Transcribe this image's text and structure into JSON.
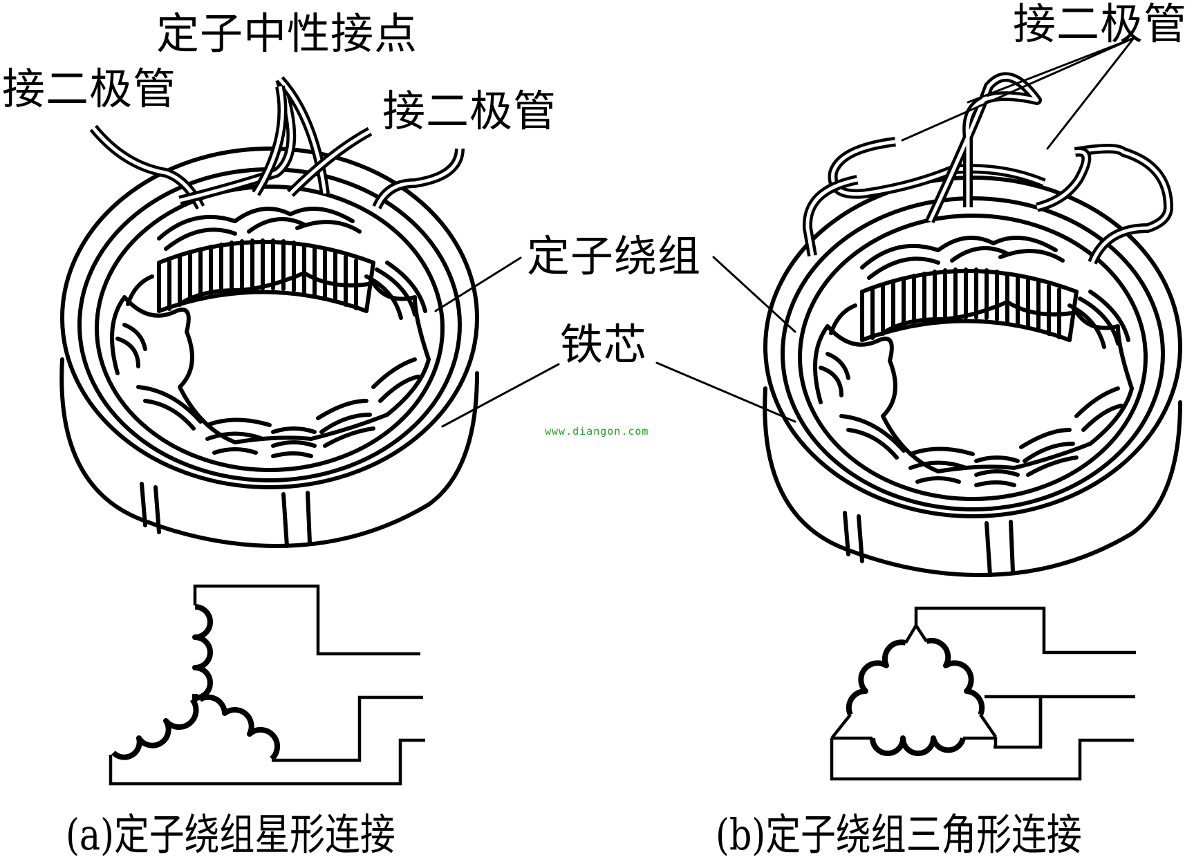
{
  "labels": {
    "neutral_point": "定子中性接点",
    "diode_left_a": "接二极管",
    "diode_right_a": "接二极管",
    "diode_b": "接二极管",
    "stator_winding": "定子绕组",
    "iron_core": "铁芯"
  },
  "captions": {
    "a": "(a)定子绕组星形连接",
    "b": "(b)定子绕组三角形连接"
  },
  "watermark": {
    "text": "www.diangon.com",
    "color": "#22a022"
  },
  "colors": {
    "line": "#000000",
    "background": "#ffffff"
  }
}
